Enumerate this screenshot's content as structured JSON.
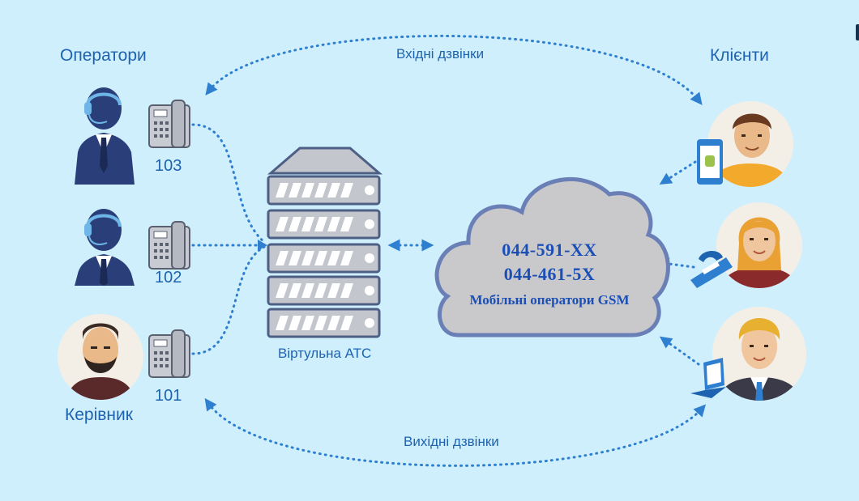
{
  "headers": {
    "operators": "Оператори",
    "clients": "Клієнти",
    "manager": "Керівник"
  },
  "extensions": [
    "103",
    "102",
    "101"
  ],
  "flows": {
    "incoming": "Вхідні дзвінки",
    "outgoing": "Вихідні дзвінки"
  },
  "pbx": {
    "label": "Віртульна АТС"
  },
  "cloud": {
    "numbers": [
      "044-591-XX",
      "044-461-5X"
    ],
    "subtitle": "Мобільні оператори GSM"
  },
  "colors": {
    "background": "#cfeffd",
    "accent": "#1e63b0",
    "arrow": "#2f7fd0",
    "cloud_fill": "#c9c9cc",
    "cloud_stroke": "#6a7fb6"
  },
  "icons": [
    "operator-headset-icon",
    "desk-phone-icon",
    "manager-avatar-icon",
    "server-rack-icon",
    "cloud-icon",
    "client-avatar-icon",
    "smartphone-icon",
    "landline-phone-icon",
    "laptop-icon"
  ]
}
